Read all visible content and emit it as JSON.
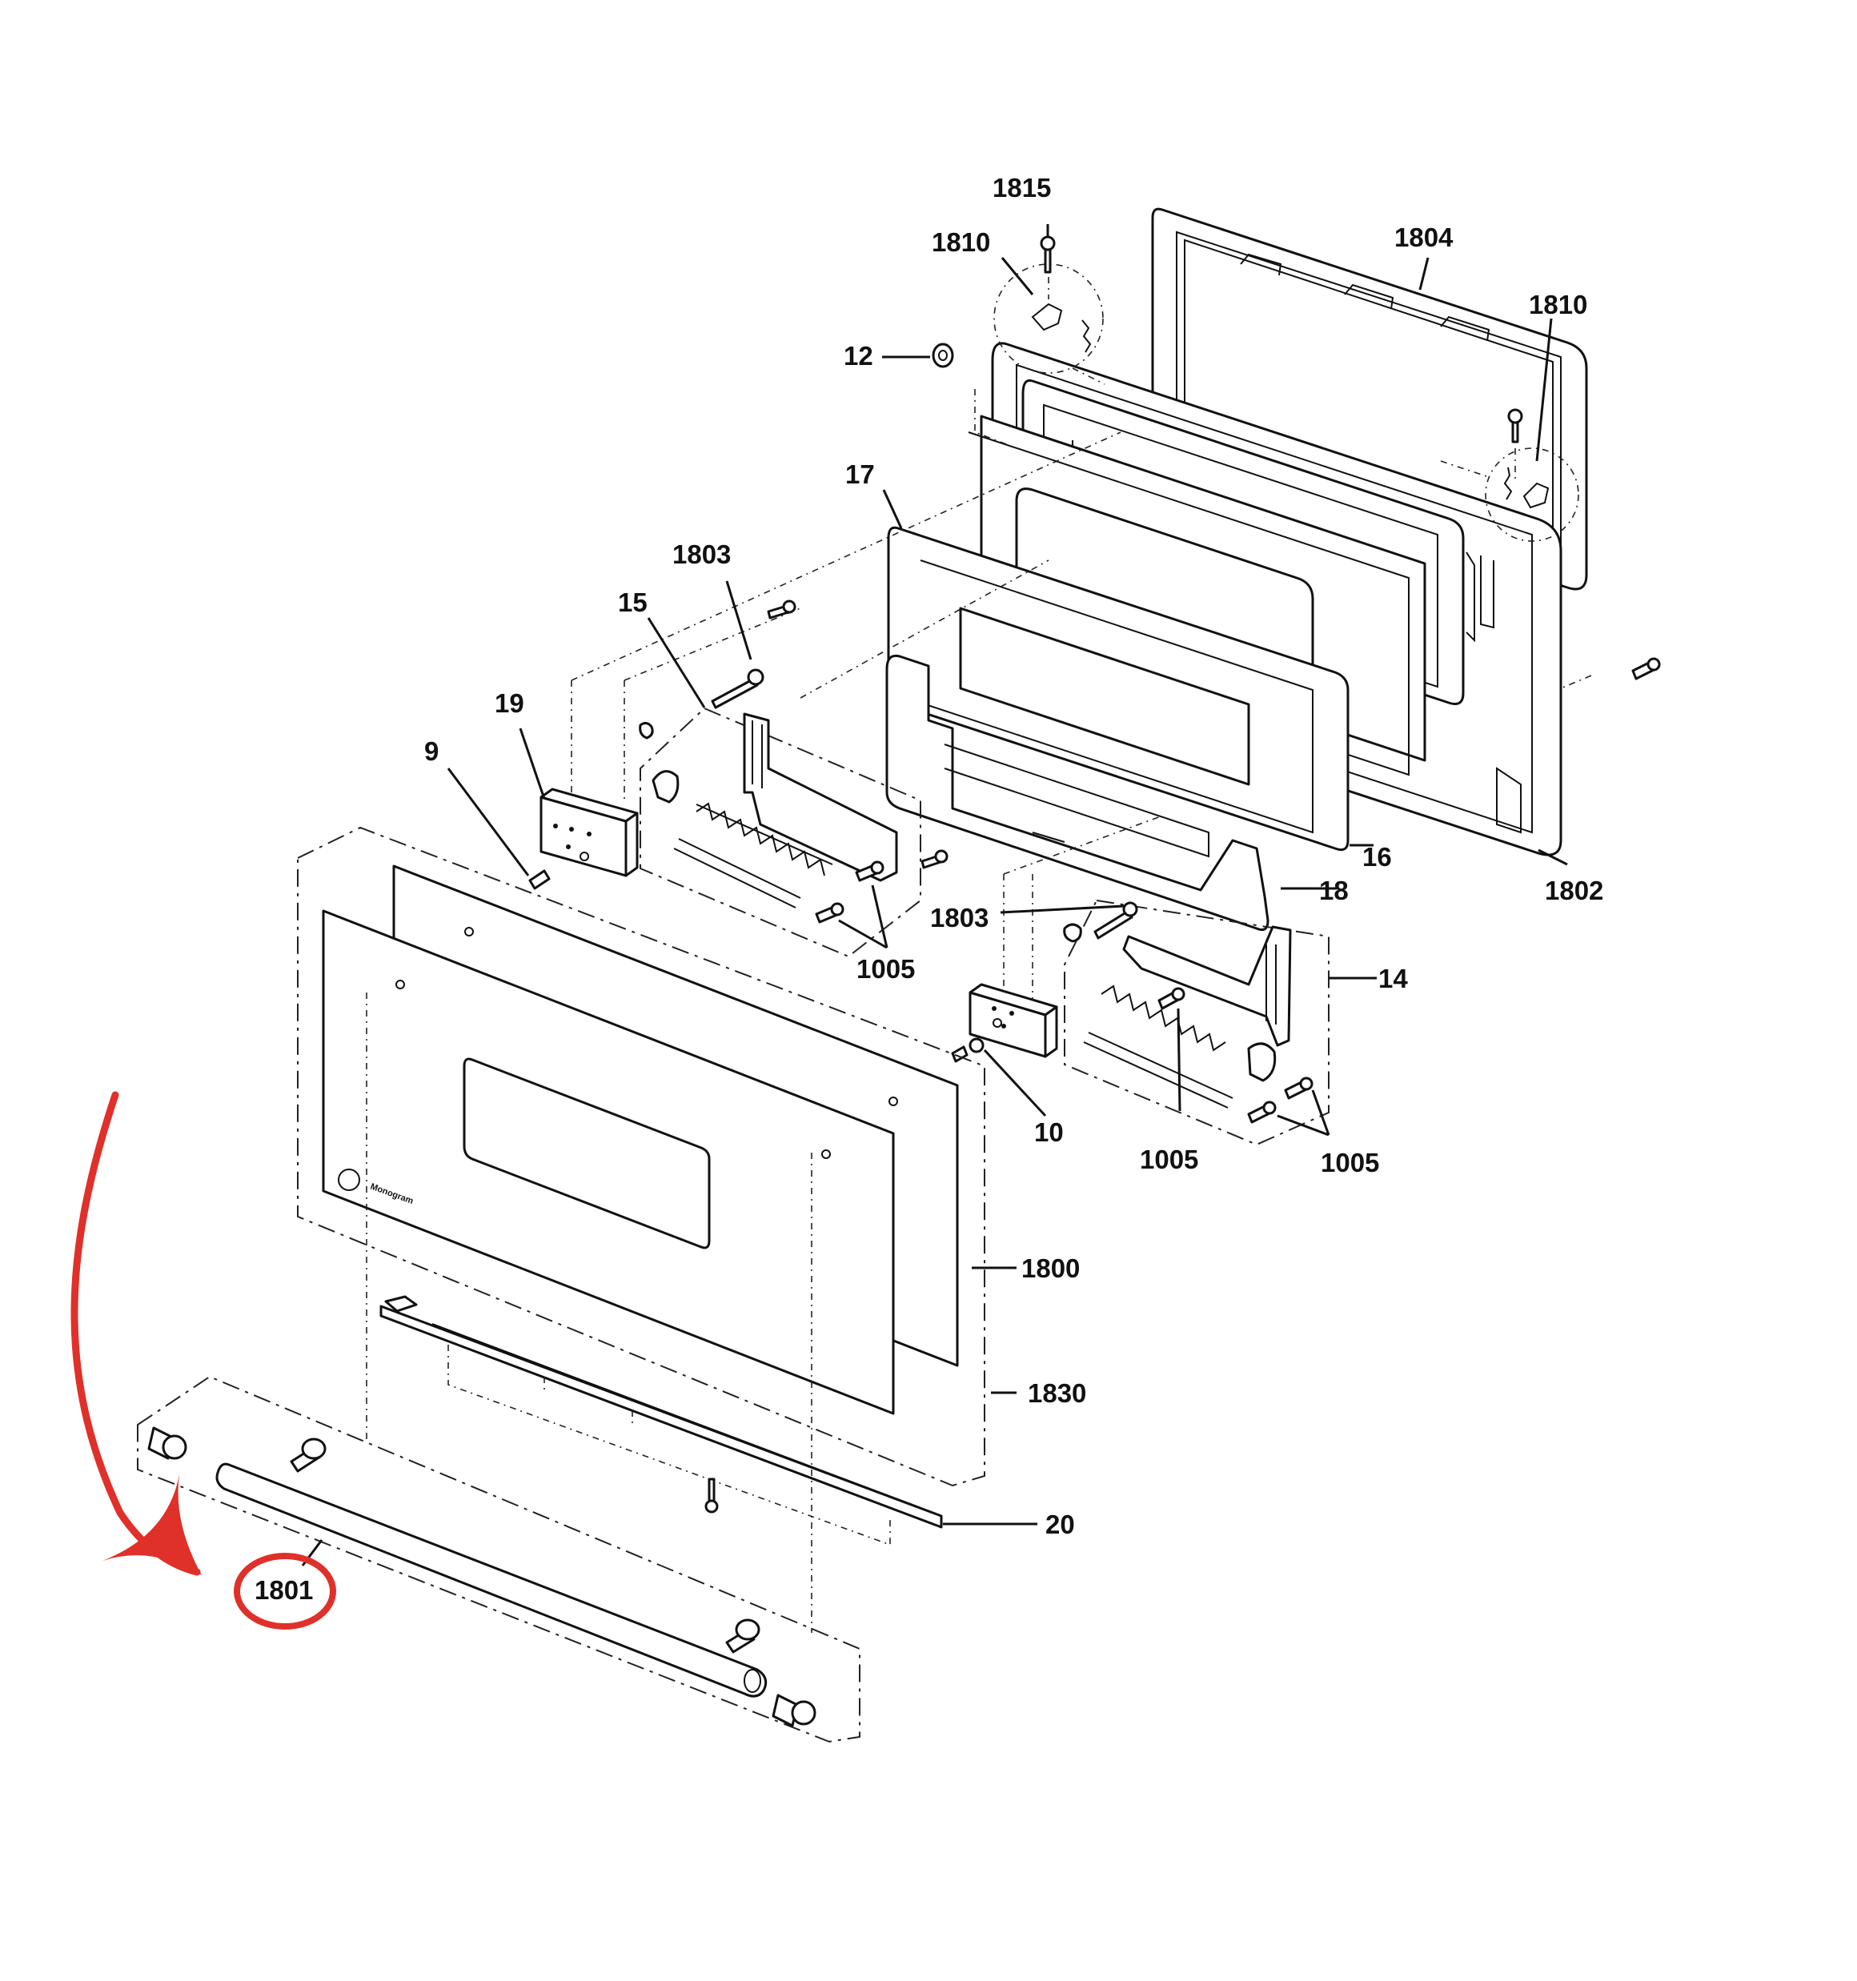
{
  "diagram": {
    "part_labels": {
      "p1815": "1815",
      "p1810a": "1810",
      "p1810b": "1810",
      "p1804": "1804",
      "p12": "12",
      "p17": "17",
      "p1803a": "1803",
      "p1803b": "1803",
      "p15": "15",
      "p19": "19",
      "p9": "9",
      "p1005a": "1005",
      "p1005b": "1005",
      "p1005c": "1005",
      "p16": "16",
      "p18": "18",
      "p1802": "1802",
      "p14": "14",
      "p10": "10",
      "p1800": "1800",
      "p1830": "1830",
      "p20": "20",
      "p1801": "1801"
    },
    "highlight": {
      "color": "#e0302a",
      "target_part": "1801"
    }
  }
}
